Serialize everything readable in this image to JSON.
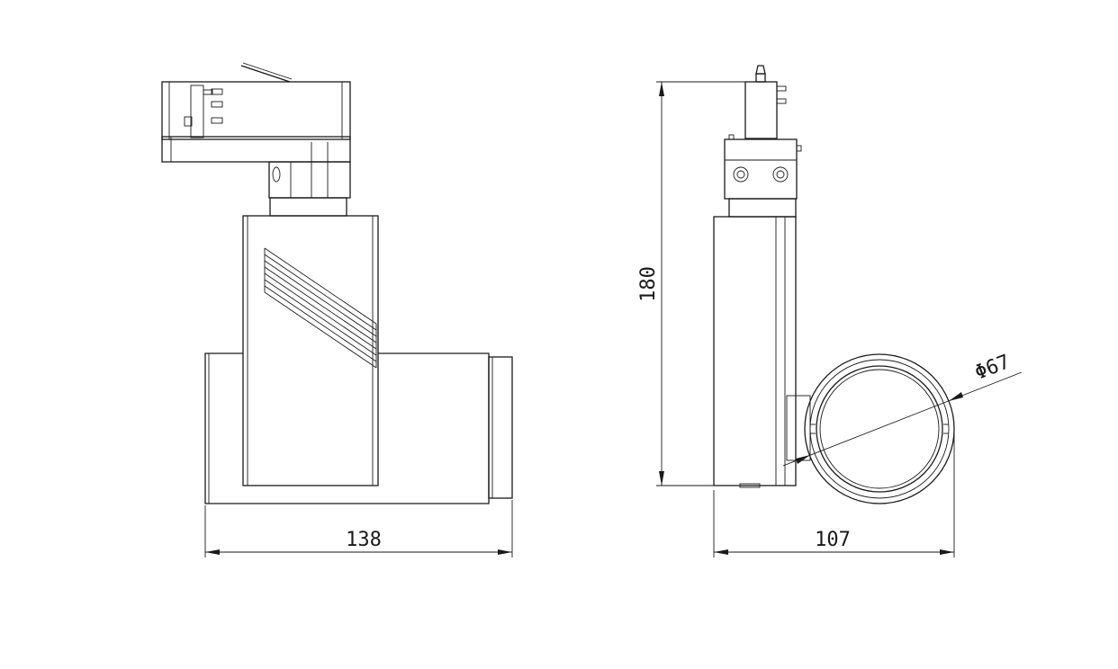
{
  "dimensions": {
    "width_label": "138",
    "depth_label": "107",
    "height_label": "180",
    "diameter_label": "Φ67"
  },
  "colors": {
    "line": "#1a1a1a",
    "background": "#ffffff"
  }
}
